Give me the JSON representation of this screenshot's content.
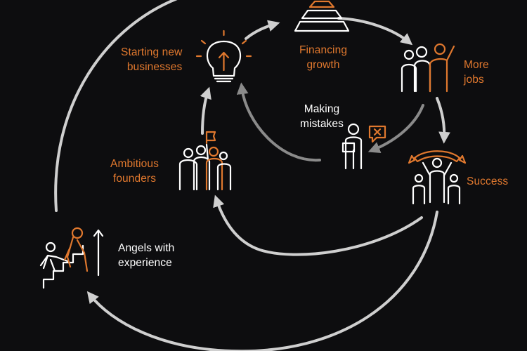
{
  "colors": {
    "background": "#0d0d0f",
    "accent": "#e0782e",
    "line": "#ffffff",
    "arrow_light": "#cfcfcf",
    "arrow_dark": "#8a8a8a"
  },
  "nodes": {
    "starting": {
      "label": "Starting new\nbusinesses",
      "icon": "lightbulb-icon"
    },
    "financing": {
      "label": "Financing\ngrowth",
      "icon": "pyramid-icon"
    },
    "jobs": {
      "label": "More\njobs",
      "icon": "workers-group-icon"
    },
    "mistakes": {
      "label": "Making\nmistakes",
      "icon": "presenter-icon"
    },
    "success": {
      "label": "Success",
      "icon": "celebrating-team-icon"
    },
    "founders": {
      "label": "Ambitious\nfounders",
      "icon": "founders-flag-icon"
    },
    "angels": {
      "label": "Angels with\nexperience",
      "icon": "helping-climb-icon"
    }
  }
}
